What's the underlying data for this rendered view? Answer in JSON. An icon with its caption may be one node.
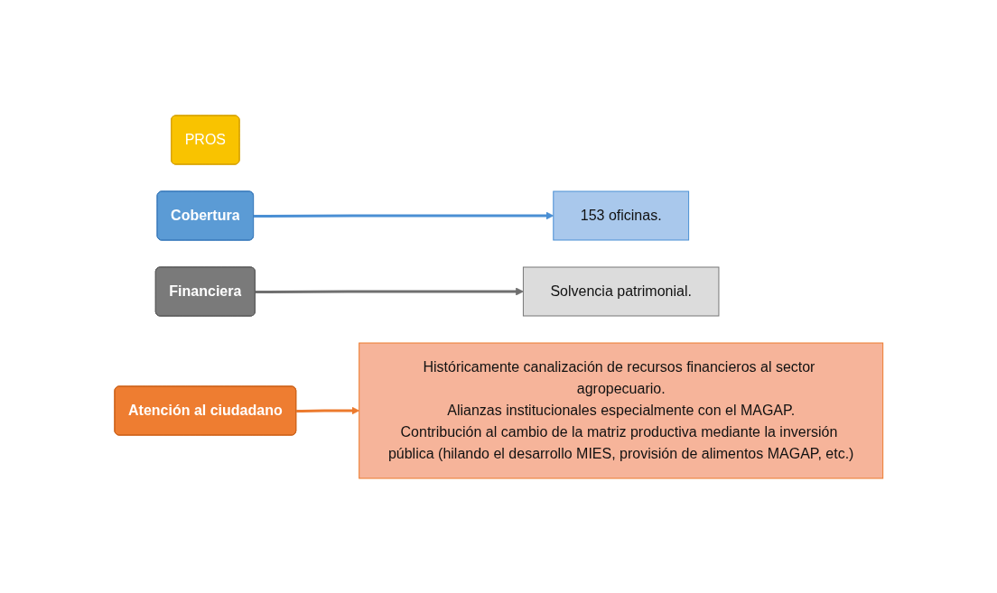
{
  "diagram": {
    "nodes": [
      {
        "text": [
          "PROS"
        ]
      },
      {
        "text": [
          "Cobertura"
        ]
      },
      {
        "text": [
          "153 oficinas."
        ]
      },
      {
        "text": [
          "Financiera"
        ]
      },
      {
        "text": [
          "Solvencia patrimonial."
        ]
      },
      {
        "text": [
          "Atención al ciudadano"
        ]
      },
      {
        "text": [
          "Históricamente canalización de recursos financieros al sector agropecuario.",
          "Alianzas institucionales especialmente con el MAGAP.",
          "Contribución al cambio de la matriz productiva mediante la inversión pública (hilando el desarrollo MIES, provisión de alimentos MAGAP, etc.)"
        ]
      }
    ],
    "edges": [
      {
        "from": 1,
        "to": 2,
        "arrow": "to",
        "color": "#4a8fd4"
      },
      {
        "from": 3,
        "to": 4,
        "arrow": "to",
        "color": "#6f6f6f"
      },
      {
        "from": 5,
        "to": 6,
        "arrow": "to",
        "color": "#ec7a2d"
      }
    ]
  }
}
